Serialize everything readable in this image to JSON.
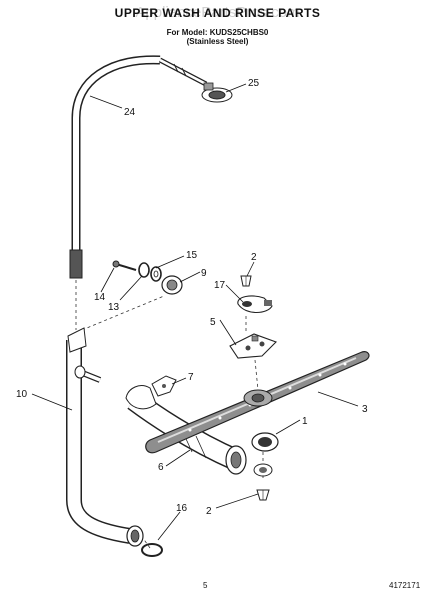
{
  "header": {
    "title": "UPPER WASH AND RINSE PARTS",
    "model_line": "For Model: KUDS25CHBS0",
    "finish_line": "(Stainless Steel)",
    "watermark": "AppliancePartsPros.com"
  },
  "callouts": [
    "25",
    "24",
    "15",
    "2",
    "9",
    "14",
    "13",
    "17",
    "5",
    "7",
    "10",
    "3",
    "1",
    "6",
    "16",
    "2"
  ],
  "footer": {
    "page": "5",
    "part_number": "4172171"
  },
  "colors": {
    "line": "#222222",
    "fill": "#ffffff",
    "shade": "#9a9a9a",
    "dark": "#444444"
  }
}
